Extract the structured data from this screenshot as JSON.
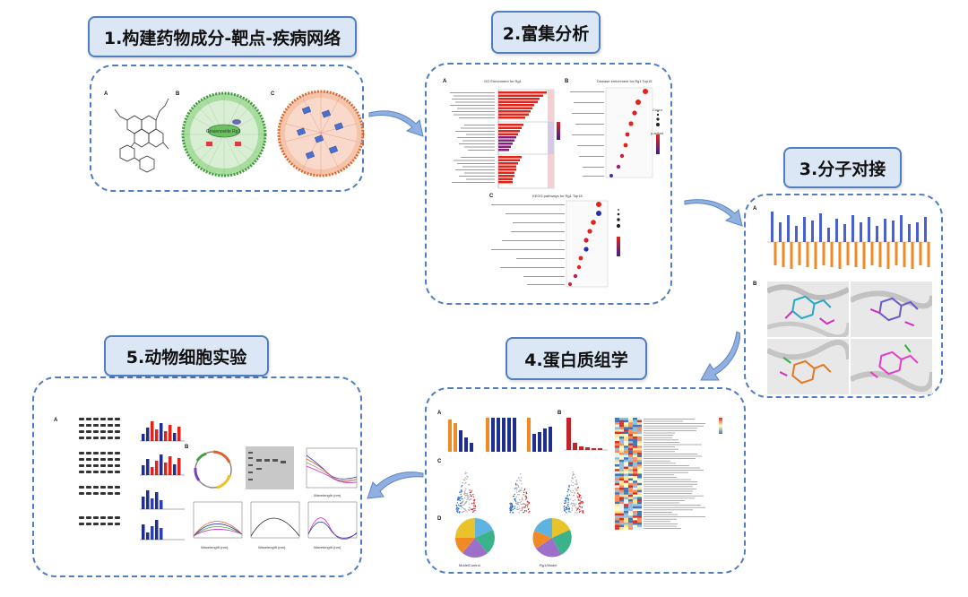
{
  "steps": {
    "network": {
      "title": "1.构建药物成分-靶点-疾病网络",
      "center_label": "Ginsenoside Rg1"
    },
    "enrichment": {
      "title": "2.富集分析",
      "go_title": "GO Enrichment for Rg1",
      "disease_title": "Disease enrichment for Rg1 Top15",
      "kegg_title": "KEGG pathways for Rg1 Top15",
      "legend_padjust": "p.adjust",
      "legend_count": "Count"
    },
    "docking": {
      "title": "3.分子对接"
    },
    "proteomics": {
      "title": "4.蛋白质组学",
      "group_a": "ModelControl",
      "group_b": "Rg1/Model"
    },
    "animal": {
      "title": "5.动物细胞实验",
      "wavelength_label": "Wavelength (nm)"
    }
  },
  "colors": {
    "border": "#4f7ec2",
    "title_bg": "#dce7f5",
    "bar_red": "#e2231a",
    "bar_blue": "#1f2f8f",
    "orange": "#f08a24",
    "network_green": "#9ed89a",
    "network_orange": "#e8956a"
  },
  "icons": [
    "curved-arrow-icon"
  ]
}
